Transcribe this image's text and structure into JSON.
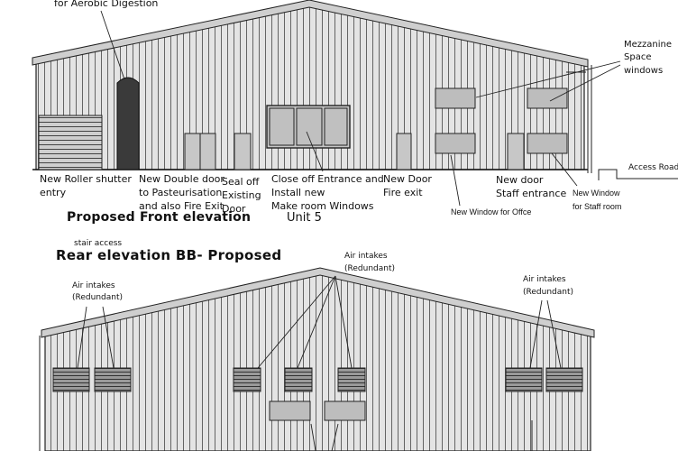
{
  "front": {
    "title": "Proposed Front elevation",
    "unit": "Unit 5",
    "top_label": "for Aerobic Digestion",
    "mezzanine": [
      "Mezzanine",
      "Space",
      "windows"
    ],
    "access_road": "Access Road",
    "roller": [
      "New Roller shutter",
      "entry"
    ],
    "double_door": [
      "New Double  door",
      "to Pasteurisation",
      "and also Fire Exit"
    ],
    "seal": [
      "Seal off",
      "Existing",
      "Door"
    ],
    "close_entrance": [
      "Close off Entrance  and",
      "Install new",
      "Make room Windows"
    ],
    "new_door": [
      "New Door",
      "Fire exit"
    ],
    "office_window": "New Window for Offce",
    "staff_door": [
      "New door",
      "Staff entrance"
    ],
    "staff_window": [
      "New Window",
      "for Staff room"
    ]
  },
  "rear": {
    "title": "Rear elevation BB-  Proposed",
    "stair_access": "stair access",
    "air_left": [
      "Air intakes",
      "(Redundant)"
    ],
    "air_mid": [
      "Air intakes",
      "(Redundant)"
    ],
    "air_right": [
      "Air intakes",
      "(Redundant)"
    ]
  },
  "colors": {
    "cladding": "#e2e2e2",
    "panel": "#bdbdbd",
    "door_dark": "#3a3a3a",
    "line": "#222222"
  }
}
